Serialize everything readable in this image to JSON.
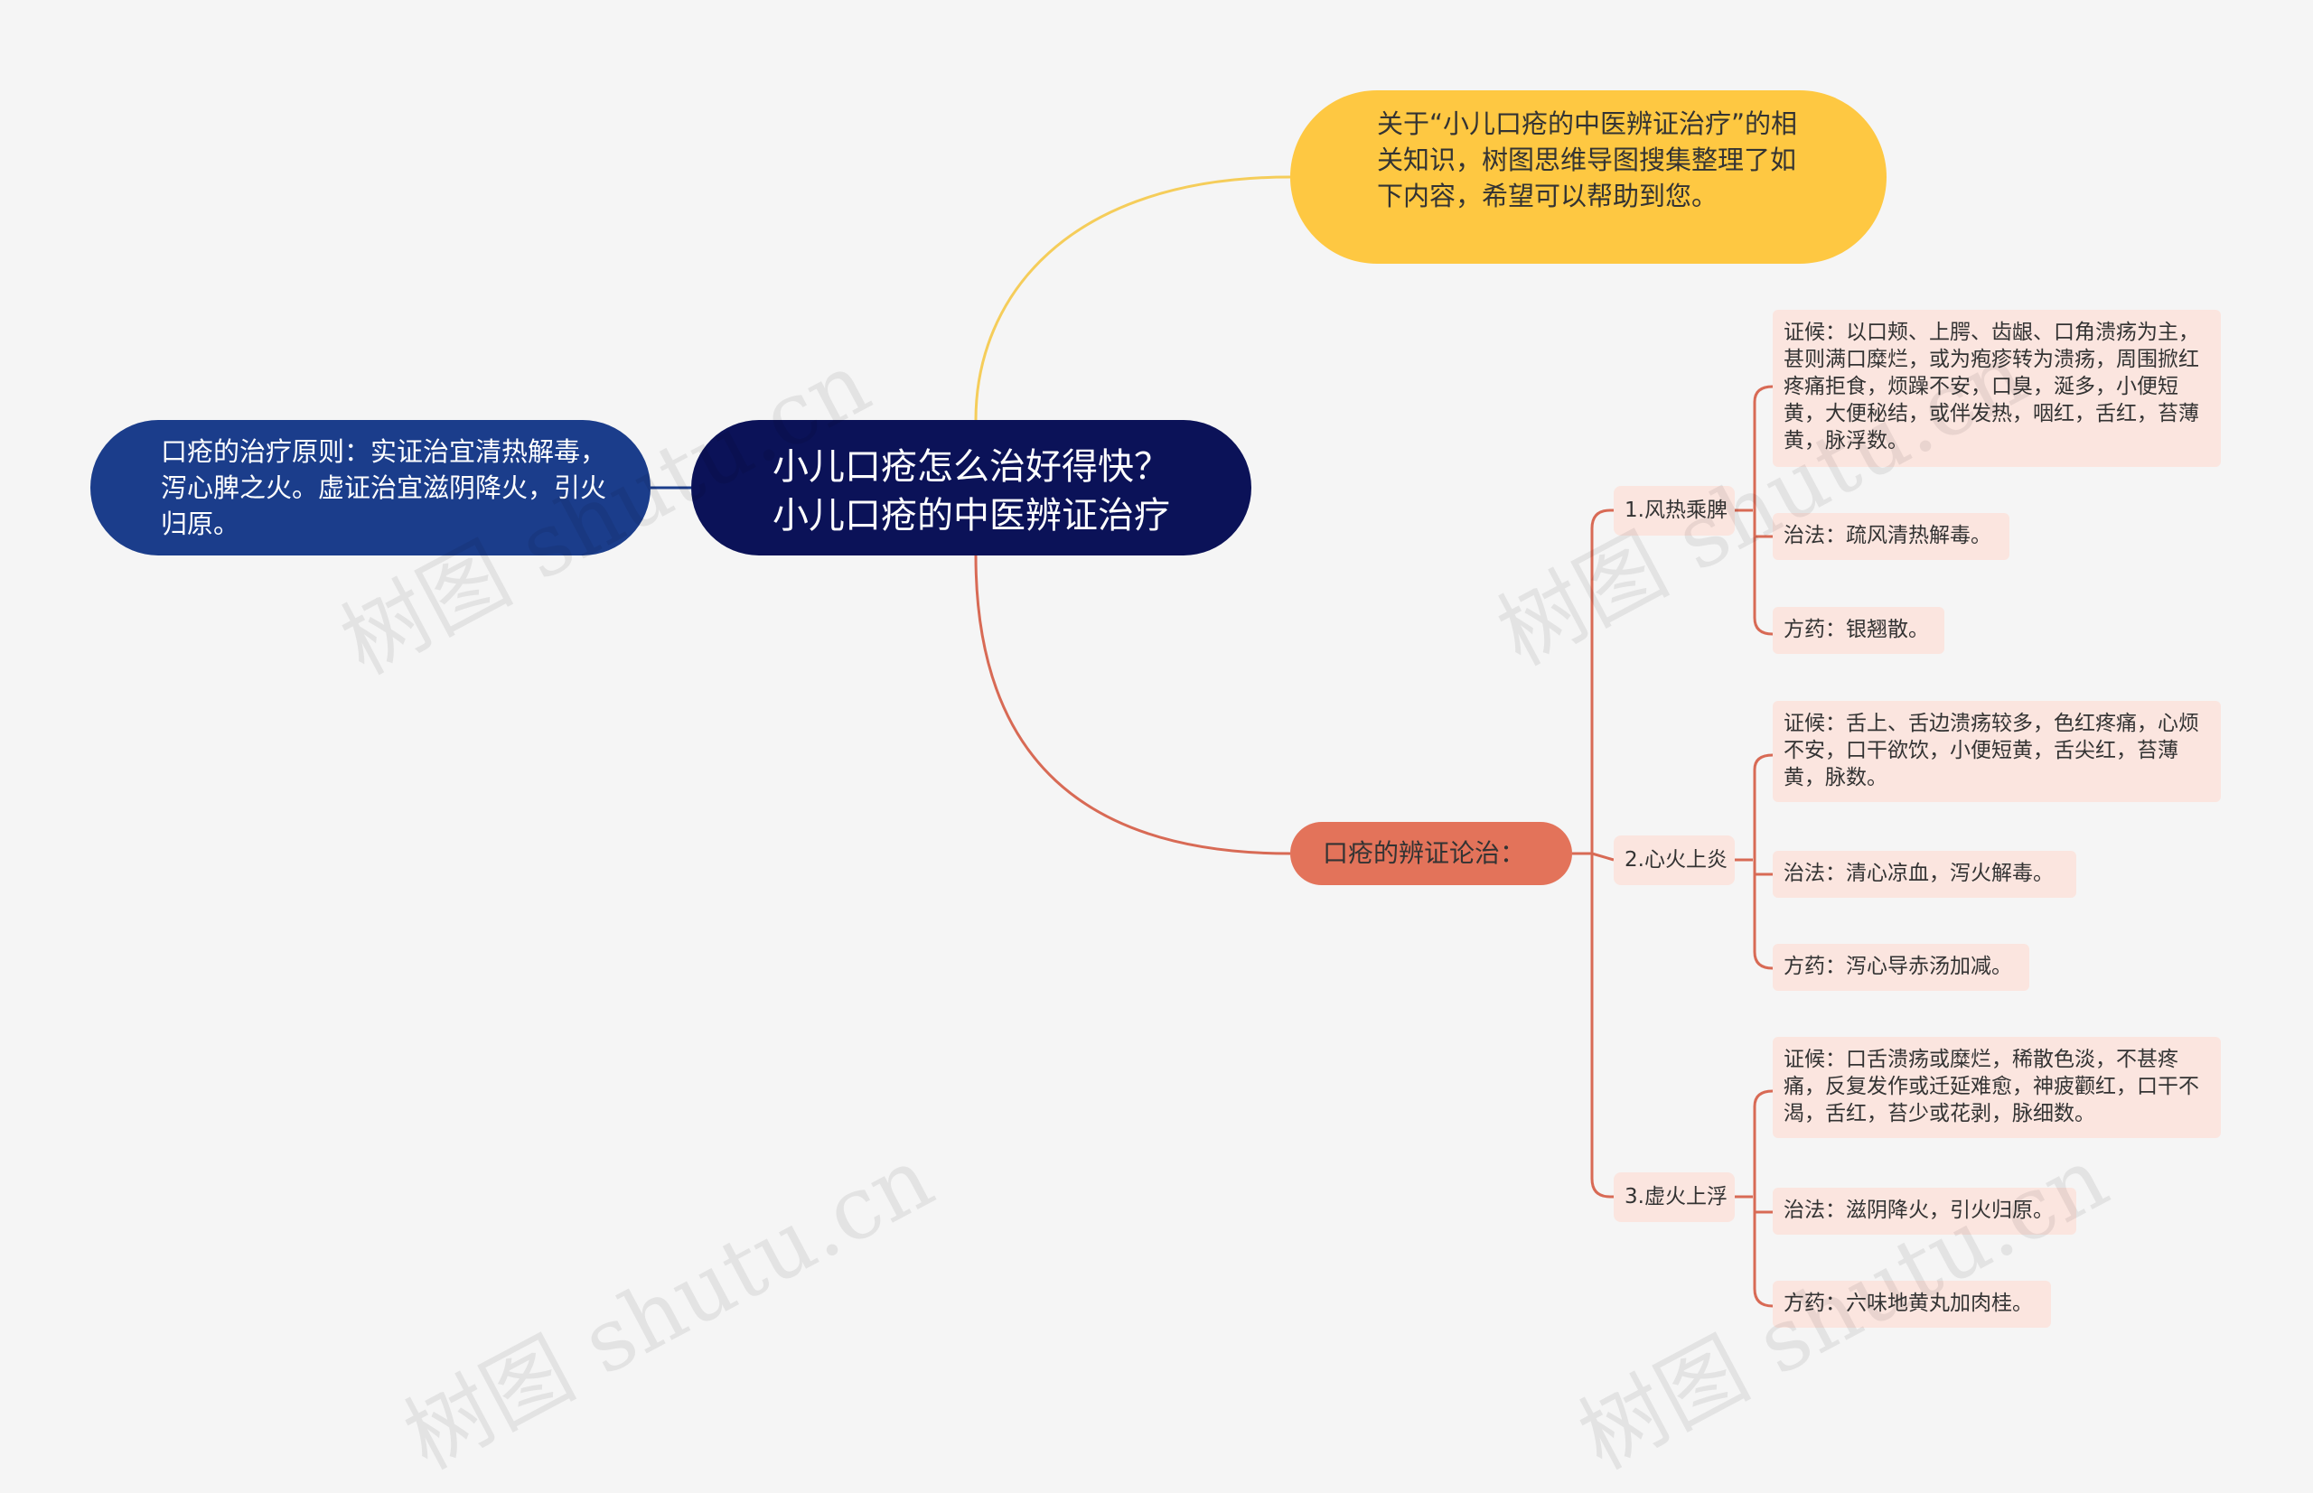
{
  "root": {
    "line1": "小儿口疮怎么治好得快？",
    "line2": "小儿口疮的中医辨证治疗"
  },
  "intro": {
    "text": "关于“小儿口疮的中医辨证治疗”的相关知识，树图思维导图搜集整理了如下内容，希望可以帮助到您。"
  },
  "principle": {
    "text": "口疮的治疗原则：实证治宜清热解毒，泻心脾之火。虚证治宜滋阴降火，引火归原。"
  },
  "diagnosis": {
    "label": "口疮的辨证论治：",
    "categories": [
      {
        "label": "1.风热乘脾",
        "symptom": "证候：以口颊、上腭、齿龈、口角溃疡为主，甚则满口糜烂，或为疱疹转为溃疡，周围掀红疼痛拒食，烦躁不安，口臭，涎多，小便短黄，大便秘结，或伴发热，咽红，舌红，苔薄黄，脉浮数。",
        "method": "治法：疏风清热解毒。",
        "formula": "方药：银翘散。"
      },
      {
        "label": "2.心火上炎",
        "symptom": "证候：舌上、舌边溃疡较多，色红疼痛，心烦不安，口干欲饮，小便短黄，舌尖红，苔薄黄，脉数。",
        "method": "治法：清心凉血，泻火解毒。",
        "formula": "方药：泻心导赤汤加减。"
      },
      {
        "label": "3.虚火上浮",
        "symptom": "证候：口舌溃疡或糜烂，稀散色淡，不甚疼痛，反复发作或迁延难愈，神疲颧红，口干不渴，舌红，苔少或花剥，脉细数。",
        "method": "治法：滋阴降火，引火归原。",
        "formula": "方药：六味地黄丸加肉桂。"
      }
    ]
  },
  "watermark": "树图 shutu.cn",
  "colors": {
    "root": "#0b1258",
    "principle": "#1b3d8b",
    "intro": "#fec842",
    "diagnosis": "#e3735a",
    "leaf": "#fbe5df",
    "line_intro": "#f5cd5a",
    "line_diag": "#d86a55"
  }
}
